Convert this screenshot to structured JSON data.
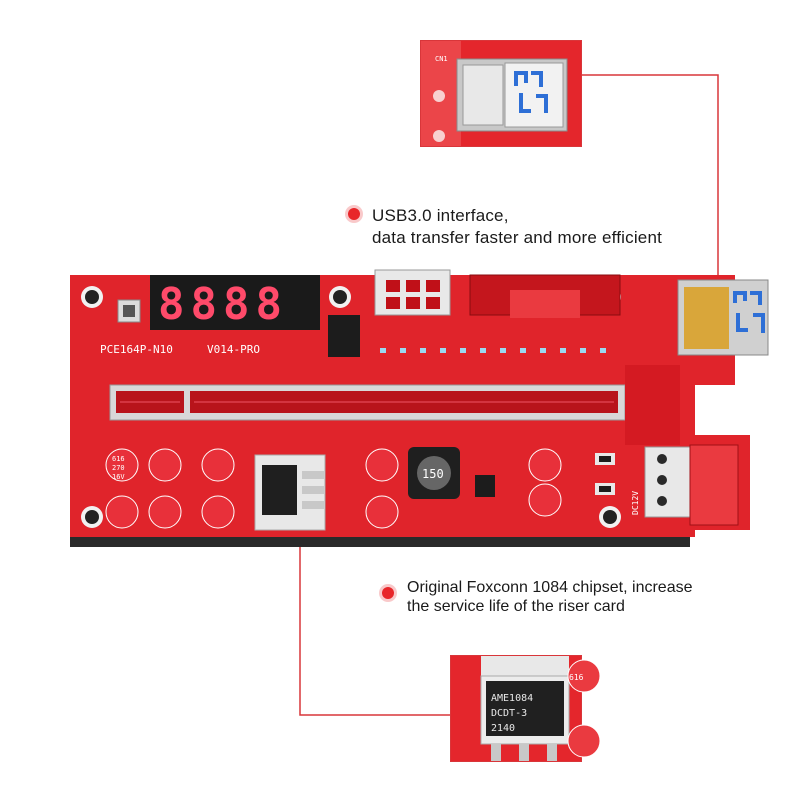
{
  "callouts": {
    "usb": {
      "line1": "USB3.0 interface,",
      "line2": "data transfer faster and more efficient"
    },
    "chipset": {
      "line1": "Original Foxconn 1084 chipset, increase",
      "line2": "the service life of the riser card"
    }
  },
  "board": {
    "model_label": "PCE164P-N10",
    "version_label": "V014-PRO",
    "display_digits": "8888",
    "inductor_label": "150",
    "cap_label_a": "616",
    "cap_label_b": "270",
    "cap_label_c": "16V",
    "dc_label": "DC12V"
  },
  "usb_zoom": {
    "connector_label": "CN1"
  },
  "chip_zoom": {
    "chip_line1": "AME1084",
    "chip_line2": "DCDT-3",
    "chip_line3": "2140",
    "cap_label": "616"
  },
  "colors": {
    "accent": "#e8262a",
    "pcb_red": "#e0242b",
    "pcb_dark": "#b5161c",
    "connector_line": "#d9363a"
  }
}
